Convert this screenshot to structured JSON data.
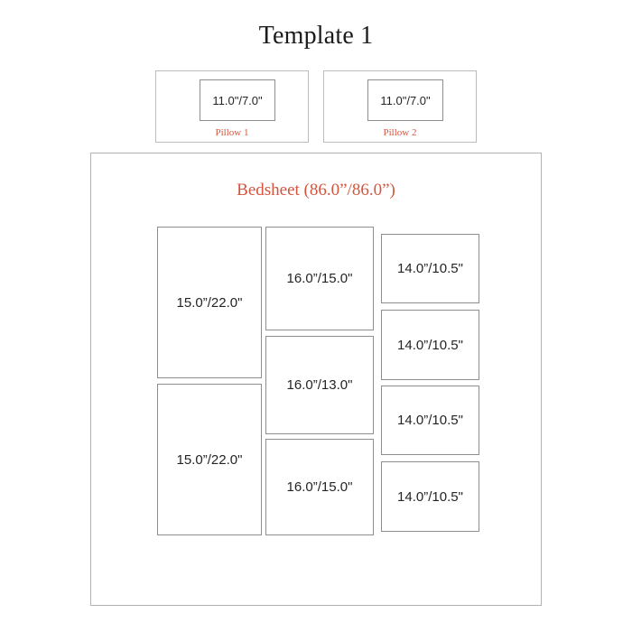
{
  "page": {
    "title": "Template 1",
    "accent_color": "#d4553f",
    "box_border_color": "#8e8e8e",
    "background_color": "#ffffff"
  },
  "pillows": [
    {
      "caption": "Pillow 1",
      "size_label": "11.0\"/7.0\""
    },
    {
      "caption": "Pillow 2",
      "size_label": "11.0\"/7.0\""
    }
  ],
  "bedsheet": {
    "title": "Bedsheet (86.0”/86.0”)",
    "columns": {
      "left": [
        {
          "size_label": "15.0”/22.0\""
        },
        {
          "size_label": "15.0”/22.0\""
        }
      ],
      "middle": [
        {
          "size_label": "16.0”/15.0\""
        },
        {
          "size_label": "16.0”/13.0\""
        },
        {
          "size_label": "16.0”/15.0\""
        }
      ],
      "right": [
        {
          "size_label": "14.0”/10.5\""
        },
        {
          "size_label": "14.0”/10.5\""
        },
        {
          "size_label": "14.0”/10.5\""
        },
        {
          "size_label": "14.0”/10.5\""
        }
      ]
    }
  }
}
